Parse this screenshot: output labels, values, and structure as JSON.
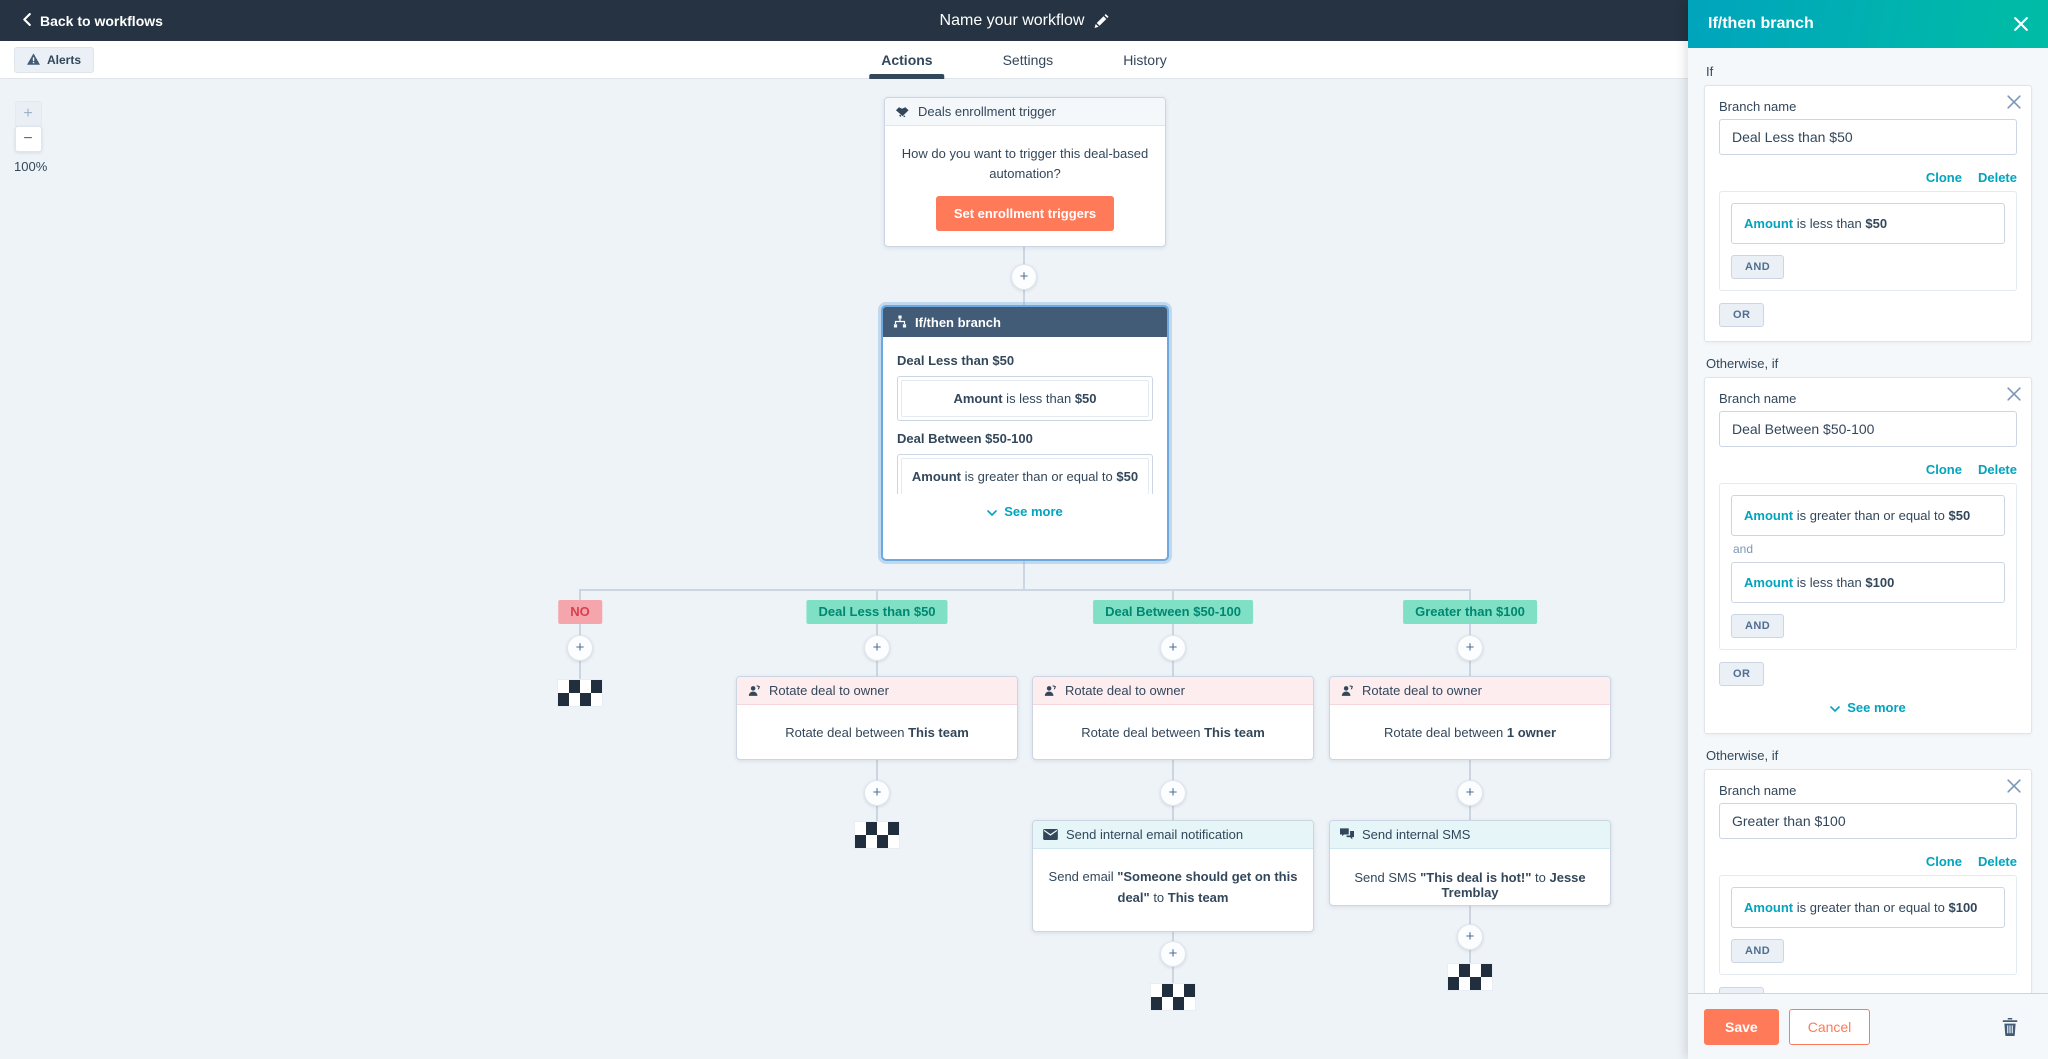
{
  "colors": {
    "topbar": "#253342",
    "accent_orange": "#ff7a59",
    "link_teal": "#00a4bd",
    "panel_gradient_start": "#00a4bd",
    "panel_gradient_end": "#00bda5",
    "badge_yes_bg": "#7fe0c6",
    "badge_yes_text": "#00876f",
    "badge_no_bg": "#f5a6ad",
    "badge_no_text": "#dc3e4c",
    "selected_node_border": "#6da9e0"
  },
  "topbar": {
    "back_label": "Back to workflows",
    "title": "Name your workflow"
  },
  "tabbar": {
    "alerts_label": "Alerts",
    "tabs": [
      "Actions",
      "Settings",
      "History"
    ]
  },
  "zoom_controls": {
    "zoom_in": "+",
    "zoom_out": "−",
    "level": "100%"
  },
  "canvas": {
    "plus": "+",
    "trigger": {
      "title": "Deals enrollment trigger",
      "question": "How do you want to trigger this deal-based automation?",
      "button_label": "Set enrollment triggers"
    },
    "branch_node": {
      "title": "If/then branch",
      "branch1_title": "Deal Less than $50",
      "branch1_field": "Amount",
      "branch1_op": " is less than ",
      "branch1_value": "$50",
      "branch2_title": "Deal Between $50-100",
      "branch2_field": "Amount",
      "branch2_op": " is greater than or equal to ",
      "branch2_value": "$50",
      "see_more": "See more"
    },
    "labels": {
      "no": "NO",
      "b1": "Deal Less than $50",
      "b2": "Deal Between $50-100",
      "b3": "Greater than $100"
    },
    "action1": {
      "title": "Rotate deal to owner",
      "prefix": "Rotate deal between ",
      "bold": "This team"
    },
    "action2": {
      "title": "Rotate deal to owner",
      "prefix": "Rotate deal between ",
      "bold": "This team"
    },
    "action3": {
      "title": "Rotate deal to owner",
      "prefix": "Rotate deal between ",
      "bold": "1 owner"
    },
    "email": {
      "title": "Send internal email notification",
      "prefix": "Send email ",
      "quote": "\"Someone should get on this deal\"",
      "mid": " to ",
      "bold": "This team"
    },
    "sms": {
      "title": "Send internal SMS",
      "prefix": "Send SMS ",
      "quote": "\"This deal is hot!\"",
      "mid": " to ",
      "bold": "Jesse Tremblay"
    }
  },
  "panel": {
    "title": "If/then branch",
    "labels": {
      "if": "If",
      "otherwise": "Otherwise, if",
      "branch_name": "Branch name",
      "clone": "Clone",
      "delete": "Delete",
      "and_btn": "AND",
      "or_btn": "OR",
      "and_joiner": "and",
      "see_more": "See more"
    },
    "section1": {
      "name_value": "Deal Less than $50",
      "cond_field": "Amount",
      "cond_op": " is less than ",
      "cond_value": "$50"
    },
    "section2": {
      "name_value": "Deal Between $50-100",
      "cond1_field": "Amount",
      "cond1_op": " is greater than or equal to ",
      "cond1_value": "$50",
      "cond2_field": "Amount",
      "cond2_op": " is less than ",
      "cond2_value": "$100"
    },
    "section3": {
      "name_value": "Greater than $100",
      "cond1_field": "Amount",
      "cond1_op": " is greater than or equal to ",
      "cond1_value": "$100"
    },
    "footer": {
      "save": "Save",
      "cancel": "Cancel"
    }
  }
}
